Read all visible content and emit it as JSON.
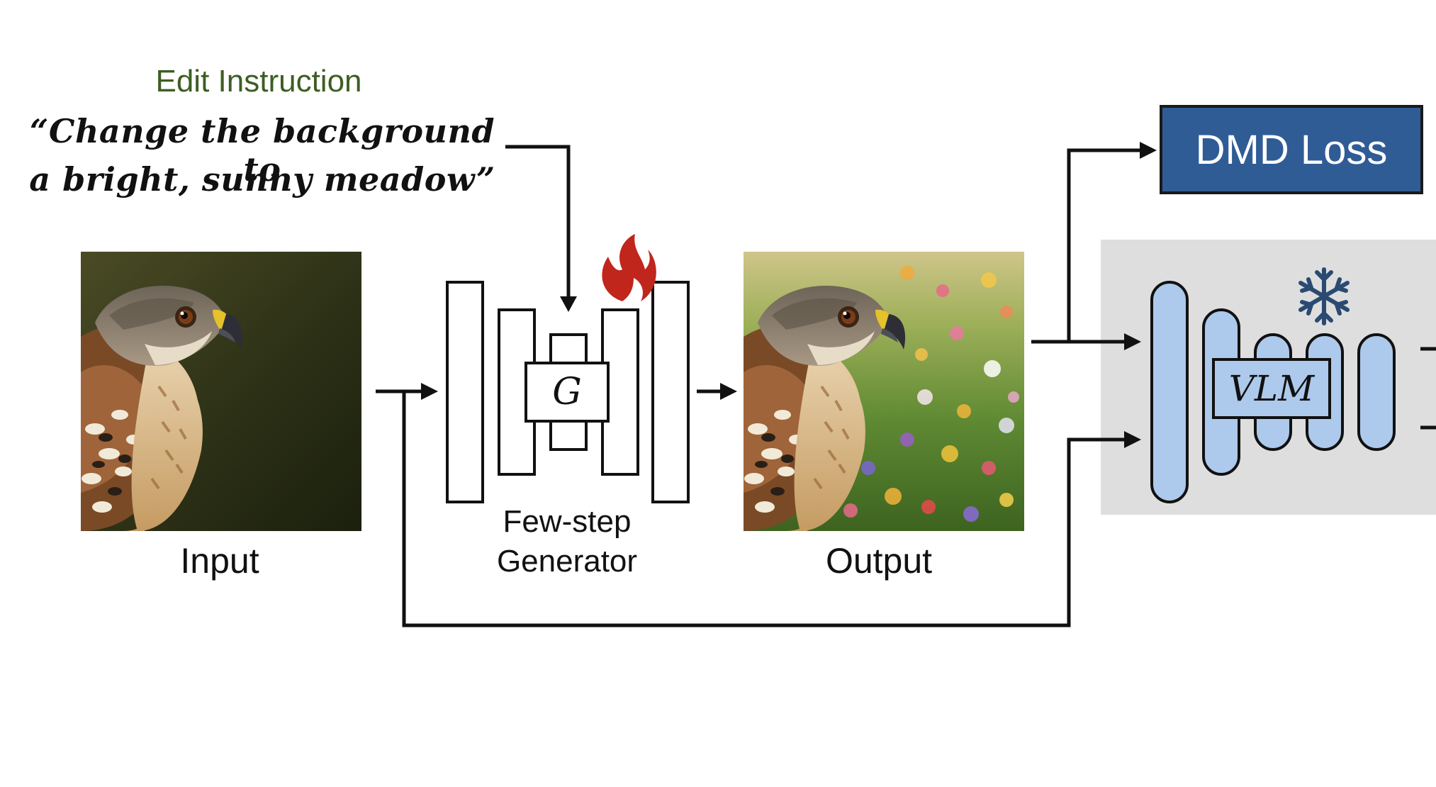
{
  "edit_instruction": {
    "title": "Edit Instruction",
    "quote_line1": "“Change the background to",
    "quote_line2": "a bright, sunny meadow”"
  },
  "input": {
    "caption": "Input"
  },
  "generator": {
    "caption_line1": "Few-step",
    "caption_line2": "Generator",
    "symbol": "G",
    "status_icon": "fire-icon"
  },
  "output": {
    "caption": "Output"
  },
  "dmd_loss": {
    "label": "DMD Loss",
    "fill": "#305c96"
  },
  "vlm": {
    "label": "VLM",
    "status_icon": "snowflake-icon",
    "fill": "#adc9eb",
    "panel_fill": "#dedede"
  },
  "colors": {
    "title_green": "#3d5e22",
    "fire": "#c0261c",
    "snow": "#2a4a72"
  }
}
